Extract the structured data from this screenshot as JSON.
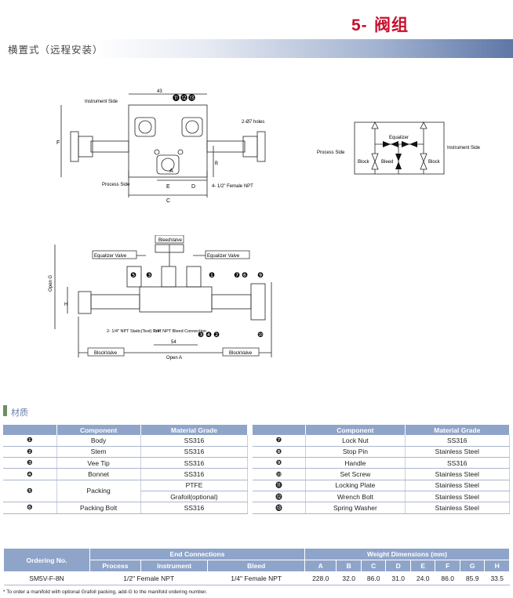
{
  "header": {
    "section_number": "5-",
    "section_title": "阀组",
    "banner_text": "横置式（远程安装）"
  },
  "drawing1": {
    "instrument_side": "Instrument Side",
    "process_side": "Process Side",
    "dim_top": "43",
    "holes": "2-Ø7 holes",
    "female_npt": "4- 1/2\" Female NPT",
    "labels": {
      "a": "A",
      "b": "B",
      "c": "C",
      "d": "D",
      "e": "E",
      "f": "F"
    },
    "callouts": [
      "⓫",
      "⓬",
      "⓭"
    ]
  },
  "schematic": {
    "process_side": "Process Side",
    "instrument_side": "Instrument Side",
    "equalizer": "Equalizer",
    "block_left": "Block",
    "bleed": "Bleed",
    "block_right": "Block"
  },
  "drawing2": {
    "bleed_valve": "BleedValve",
    "equalizer_left": "Equalizer Valve",
    "equalizer_right": "Equalizer Valve",
    "open_g": "Open G",
    "h": "H",
    "static_port": "2- 1/4\" NPT\nStatic(Test) Port",
    "bleed_connection": "1/4\" NPT\nBleed Connection",
    "dim_54": "54",
    "open_a": "Open A",
    "block_valve_left": "BlockValve",
    "block_valve_right": "BlockValve",
    "callouts_top": [
      "❺",
      "❸",
      "❶",
      "❼",
      "❻",
      "❾"
    ],
    "callouts_bottom": [
      "❸",
      "❹",
      "❷",
      "❿"
    ]
  },
  "materials": {
    "heading": "材质",
    "columns": [
      "Component",
      "Material Grade"
    ],
    "left": [
      {
        "no": "❶",
        "component": "Body",
        "grade": "SS316"
      },
      {
        "no": "❷",
        "component": "Stem",
        "grade": "SS316"
      },
      {
        "no": "❸",
        "component": "Vee Tip",
        "grade": "SS316"
      },
      {
        "no": "❹",
        "component": "Bonnet",
        "grade": "SS316"
      },
      {
        "no": "❺",
        "component": "Packing",
        "grade": "PTFE",
        "grade2": "Grafoil(optional)"
      },
      {
        "no": "❻",
        "component": "Packing Bolt",
        "grade": "SS316"
      }
    ],
    "right": [
      {
        "no": "❼",
        "component": "Lock Nut",
        "grade": "SS316"
      },
      {
        "no": "❽",
        "component": "Stop Pin",
        "grade": "Stainless Steel"
      },
      {
        "no": "❾",
        "component": "Handle",
        "grade": "SS316"
      },
      {
        "no": "❿",
        "component": "Set Screw",
        "grade": "Stainless Steel"
      },
      {
        "no": "⓫",
        "component": "Locking Plate",
        "grade": "Stainless Steel"
      },
      {
        "no": "⓬",
        "component": "Wrench Bolt",
        "grade": "Stainless Steel"
      },
      {
        "no": "⓭",
        "component": "Spring Washer",
        "grade": "Stainless Steel"
      }
    ]
  },
  "ordering": {
    "col_ordering": "Ordering No.",
    "col_end": "End Connections",
    "col_weight": "Weight Dimensions (mm)",
    "sub": [
      "Process",
      "Instrument",
      "Bleed",
      "A",
      "B",
      "C",
      "D",
      "E",
      "F",
      "G",
      "H"
    ],
    "row": {
      "ordering_no": "SM5V-F-8N",
      "process_instrument": "1/2\" Female NPT",
      "bleed": "1/4\" Female NPT",
      "dims": [
        "228.0",
        "32.0",
        "86.0",
        "31.0",
        "24.0",
        "86.0",
        "85.9",
        "33.5"
      ]
    },
    "footnote": "* To order a manifold with optional Grafoil packing, add-G to the manifold ordering number."
  }
}
